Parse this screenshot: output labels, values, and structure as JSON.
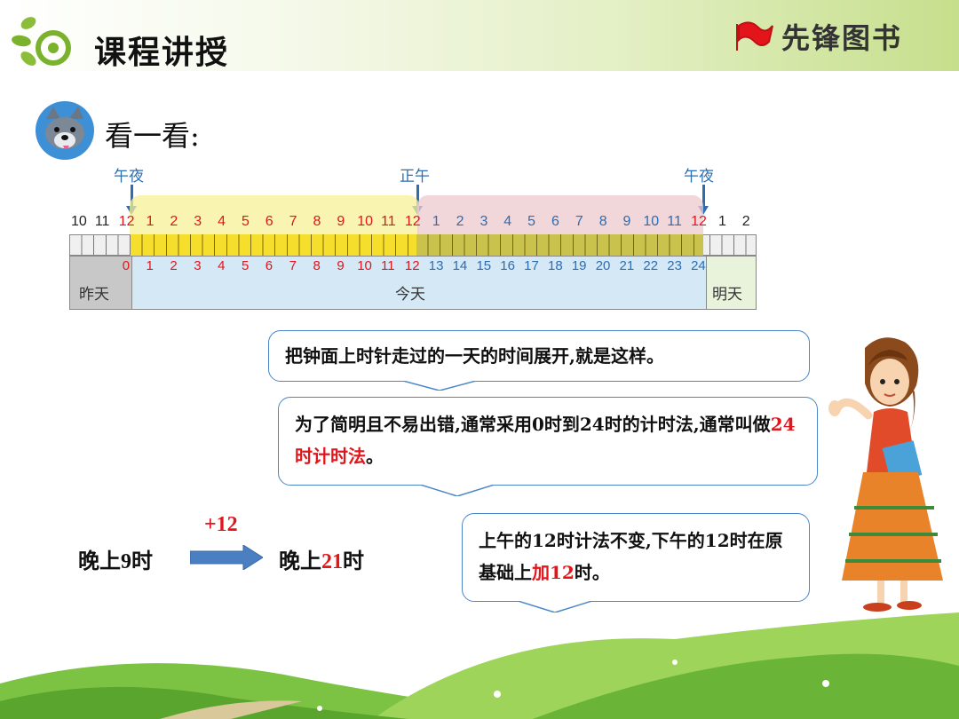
{
  "header": {
    "section_title": "课程讲授",
    "brand_name": "先锋图书"
  },
  "look": {
    "label": "看一看:"
  },
  "timeline": {
    "markers": [
      "午夜",
      "正午",
      "午夜"
    ],
    "top_numbers": [
      "10",
      "11",
      "12",
      "1",
      "2",
      "3",
      "4",
      "5",
      "6",
      "7",
      "8",
      "9",
      "10",
      "11",
      "12",
      "1",
      "2",
      "3",
      "4",
      "5",
      "6",
      "7",
      "8",
      "9",
      "10",
      "11",
      "12",
      "1",
      "2"
    ],
    "bottom_numbers": [
      "0",
      "1",
      "2",
      "3",
      "4",
      "5",
      "6",
      "7",
      "8",
      "9",
      "10",
      "11",
      "12",
      "13",
      "14",
      "15",
      "16",
      "17",
      "18",
      "19",
      "20",
      "21",
      "22",
      "23",
      "24"
    ],
    "days": [
      "昨天",
      "今天",
      "明天"
    ]
  },
  "bubbles": {
    "b1": "把钟面上时针走过的一天的时间展开,就是这样。",
    "b2_part1": "为了简明且不易出错,通常采用0时到24时的计时法,通常叫做",
    "b2_highlight": "24时计时法",
    "b2_part2": "。",
    "b3_part1": "上午的12时计法不变,下午的12时在原基础上",
    "b3_highlight": "加12",
    "b3_part2": "时。"
  },
  "conversion": {
    "from": "晚上9时",
    "plus": "+12",
    "to_prefix": "晚上",
    "to_value": "21",
    "to_suffix": "时"
  },
  "colors": {
    "accent_red": "#e3151b",
    "marker_blue": "#2e6db0",
    "bubble_border": "#4a86c8",
    "arrow_blue": "#4a7fc1"
  }
}
